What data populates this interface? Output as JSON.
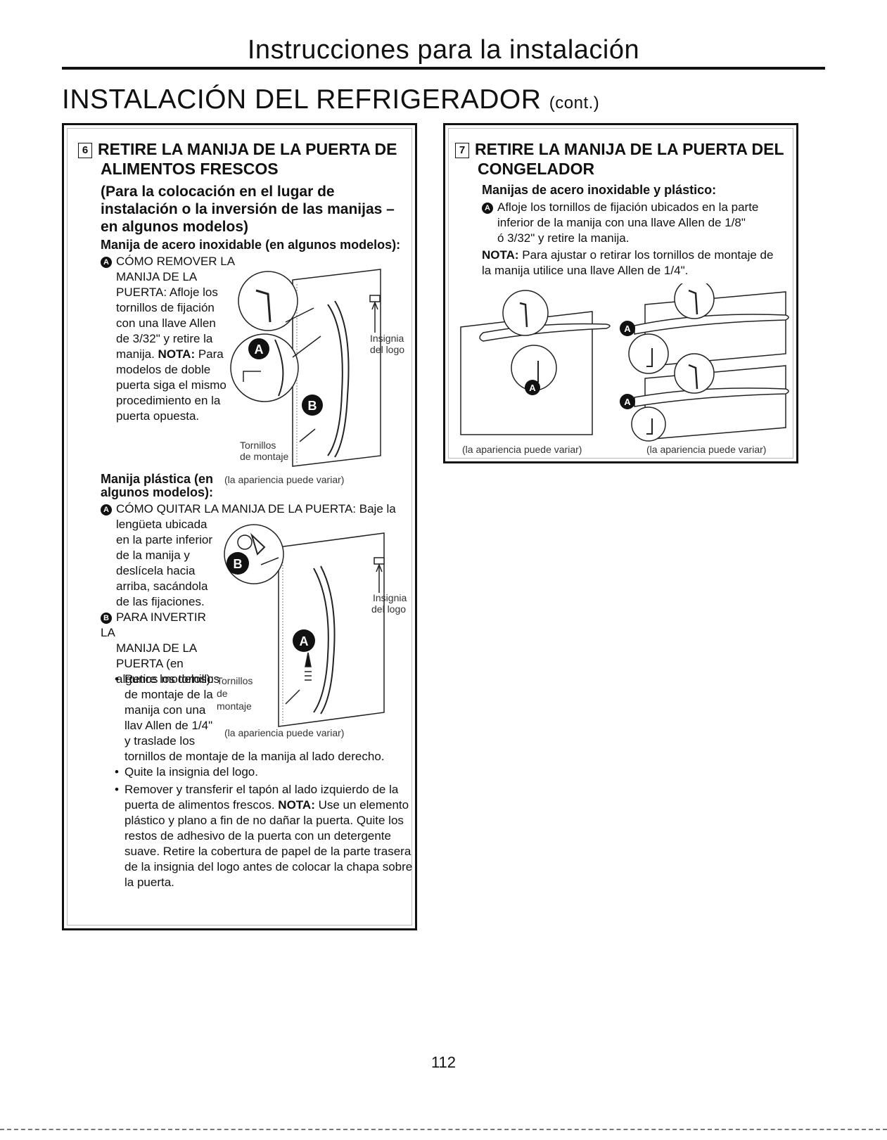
{
  "page_title": "Instrucciones para la instalación",
  "section_heading": "INSTALACIÓN DEL REFRIGERADOR",
  "section_heading_suffix": "(cont.)",
  "left": {
    "step_number": "6",
    "heading_line1": "RETIRE LA MANIJA DE LA PUERTA DE",
    "heading_line2": "ALIMENTOS FRESCOS",
    "subheading_line1": "(Para la colocación en el lugar de",
    "subheading_line2": "instalación o la inversión de las manijas –",
    "subheading_line3": "en algunos modelos)",
    "steel_label": "Manija de acero inoxidable (en algunos modelos):",
    "steel_bullet": "A",
    "steel_lines": [
      "CÓMO REMOVER LA",
      "MANIJA DE LA",
      "PUERTA: Afloje los",
      "tornillos de fijación",
      "con una llave Allen",
      "de 3/32\" y retire la",
      "manija.",
      "modelos de doble",
      "puerta siga el mismo",
      "procedimiento en la",
      "puerta opuesta."
    ],
    "steel_nota_label": "NOTA:",
    "steel_nota_word": "Para",
    "fig1": {
      "callout_a": "A",
      "callout_b": "B",
      "logo_line1": "Insignia",
      "logo_line2": "del logo",
      "screws_line1": "Tornillos",
      "screws_line2": "de montaje",
      "caption": "(la apariencia puede variar)"
    },
    "plastic_label_line1": "Manija plástica (en",
    "plastic_label_line2": "algunos modelos):",
    "plastic_a_bullet": "A",
    "plastic_a_first": "CÓMO QUITAR LA MANIJA DE LA PUERTA: Baje la",
    "plastic_a_lines": [
      "lengüeta ubicada",
      "en la parte inferior",
      "de la manija y",
      "deslícela hacia",
      "arriba, sacándola",
      "de las fijaciones."
    ],
    "plastic_b_bullet": "B",
    "plastic_b_lines": [
      "PARA INVERTIR LA",
      "MANIJA DE LA",
      "PUERTA (en",
      "algunos modelos):"
    ],
    "sub_bullet_lines": [
      "Retire los tornillos",
      "de montaje de la",
      "manija con una",
      "llav Allen de 1/4\"",
      "y traslade los",
      "tornillos de montaje de la manija al lado derecho."
    ],
    "fig2": {
      "callout_a": "A",
      "callout_b": "B",
      "logo_line1": "Insignia",
      "logo_line2": "del logo",
      "screws_line1": "Tornillos",
      "screws_line2": "de",
      "screws_line3": "montaje",
      "caption": "(la apariencia puede variar)"
    },
    "bullet_logo": "Quite la insignia del logo.",
    "bullet_plug_lines": [
      "Remover y transferir el tapón al lado izquierdo de la",
      "plástico y plano a fin de no dañar la puerta. Quite los",
      "restos de adhesivo de la puerta con un detergente",
      "suave. Retire la cobertura de papel de la parte trasera",
      "de la insignia del logo antes de colocar la chapa sobre",
      "la puerta."
    ],
    "bullet_plug_line2_pre": "puerta de alimentos frescos.",
    "bullet_plug_nota": "NOTA:",
    "bullet_plug_line2_post": "Use un elemento"
  },
  "right": {
    "step_number": "7",
    "heading_line1": "RETIRE LA MANIJA DE LA PUERTA DEL",
    "heading_line2": "CONGELADOR",
    "label": "Manijas de acero inoxidable y plástico:",
    "bullet": "A",
    "lines": [
      "Afloje los tornillos de fijación ubicados en la parte",
      "inferior de la manija con una llave Allen de 1/8\"",
      "ó 3/32\" y retire la manija."
    ],
    "nota_label": "NOTA:",
    "nota_line1": "Para ajustar o retirar los tornillos de montaje de",
    "nota_line2": "la manija utilice una llave Allen de 1/4\".",
    "fig_callout": "A",
    "caption_left": "(la apariencia puede variar)",
    "caption_right": "(la apariencia puede variar)"
  },
  "page_number": "112"
}
